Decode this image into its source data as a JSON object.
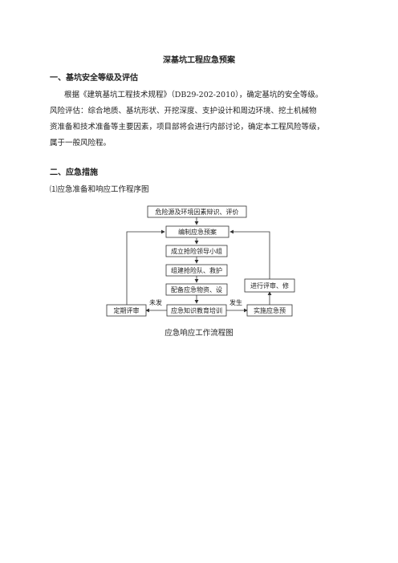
{
  "document": {
    "title": "深基坑工程应急预案",
    "section1": {
      "heading": "一、基坑安全等级及评估",
      "para1": "根据《建筑基坑工程技术规程》（DB29-202-2010），确定基坑的安全等级。",
      "para2_lines": [
        "风险评估：综合地质、基坑形状、开挖深度、支护设计和周边环境、挖土机械物",
        "资准备和技术准备等主要因素，项目部将会进行内部讨论，确定本工程风险等级，",
        "属于一般风险程。"
      ]
    },
    "section2": {
      "heading": "二、应急措施",
      "sub1": "⑴应急准备和响应工作程序图"
    }
  },
  "flowchart": {
    "nodes": {
      "hazard": "危险源及环境因素辩识、评价",
      "plan": "编制应急预案",
      "leadership": "成立抢险领导小组",
      "team": "组建抢险队、救护",
      "equipment": "配备应急物资、设",
      "training": "应急知识教育培训",
      "review_left": "定期评审",
      "implement": "实施应急预",
      "review_right": "进行评审、修"
    },
    "edge_labels": {
      "not_occurred": "未发",
      "occurred": "发生"
    },
    "caption": "应急响应工作流程图"
  }
}
